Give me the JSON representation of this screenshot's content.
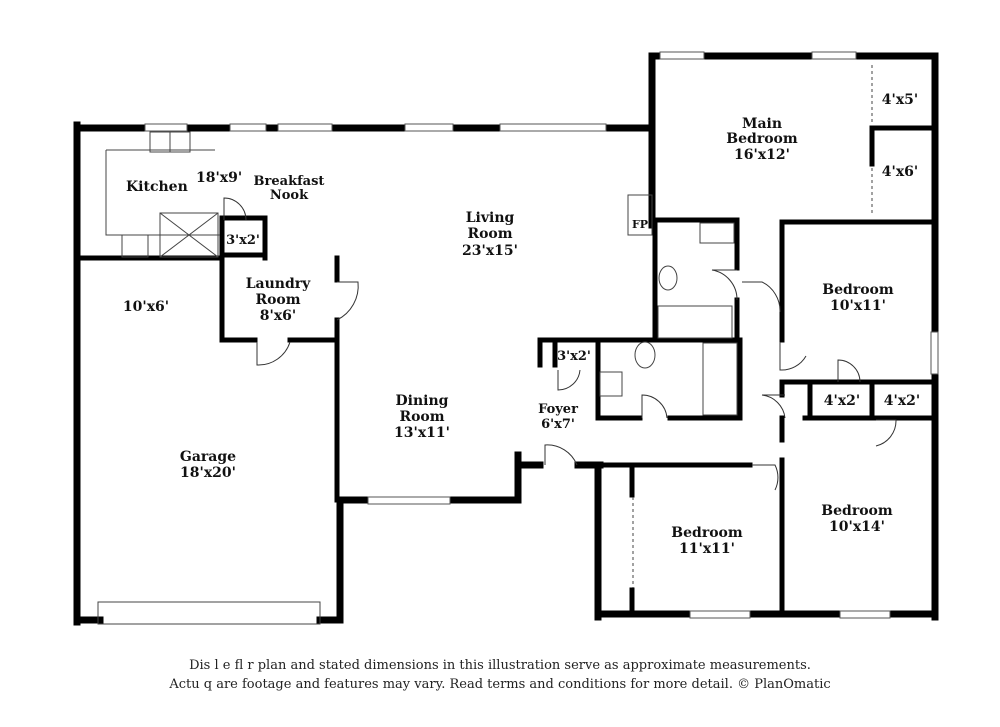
{
  "rooms": {
    "kitchen": {
      "name": "Kitchen",
      "size": "18'x9'"
    },
    "breakfast_nook": {
      "name_line1": "Breakfast",
      "name_line2": "Nook"
    },
    "living_room": {
      "name_line1": "Living",
      "name_line2": "Room",
      "size": "23'x15'"
    },
    "main_bedroom": {
      "name_line1": "Main",
      "name_line2": "Bedroom",
      "size": "16'x12'"
    },
    "closet_main_1": {
      "size": "4'x5'"
    },
    "closet_main_2": {
      "size": "4'x6'"
    },
    "fireplace": {
      "label": "FP"
    },
    "pantry": {
      "size": "3'x2'"
    },
    "garage_storage": {
      "size": "10'x6'"
    },
    "laundry_room": {
      "name_line1": "Laundry",
      "name_line2": "Room",
      "size": "8'x6'"
    },
    "bedroom_east": {
      "name": "Bedroom",
      "size": "10'x11'"
    },
    "hall_closet": {
      "size": "3'x2'"
    },
    "linen_closet_1": {
      "size": "4'x2'"
    },
    "linen_closet_2": {
      "size": "4'x2'"
    },
    "dining_room": {
      "name_line1": "Dining",
      "name_line2": "Room",
      "size": "13'x11'"
    },
    "foyer": {
      "name": "Foyer",
      "size": "6'x7'"
    },
    "garage": {
      "name": "Garage",
      "size": "18'x20'"
    },
    "bedroom_south_1": {
      "name": "Bedroom",
      "size": "11'x11'"
    },
    "bedroom_south_2": {
      "name": "Bedroom",
      "size": "10'x14'"
    }
  },
  "disclaimer": {
    "line1": "Dis        l    e fl  r plan and stated dimensions in this illustration serve as approximate measurements.",
    "line2": "Actu    q are footage and features may vary. Read terms and conditions for more detail. © PlanOmatic"
  }
}
